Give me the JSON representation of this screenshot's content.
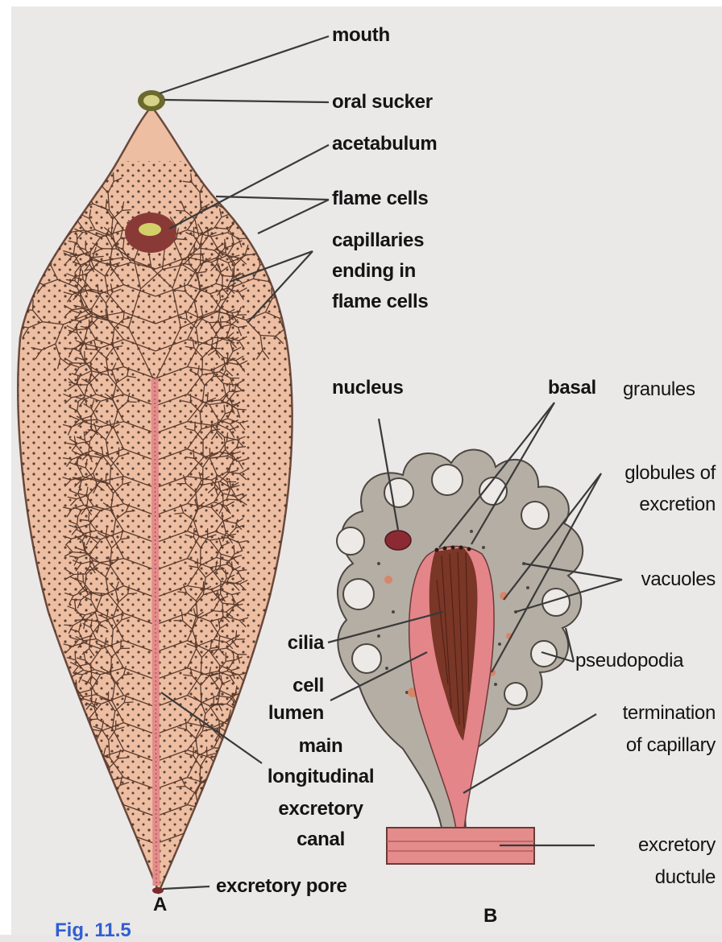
{
  "labels": {
    "mouth": "mouth",
    "oral_sucker": "oral sucker",
    "acetabulum": "acetabulum",
    "flame_cells": "flame cells",
    "capillaries_1": "capillaries",
    "capillaries_2": "ending in",
    "capillaries_3": "flame cells",
    "nucleus": "nucleus",
    "basal": "basal",
    "granules": "granules",
    "globules_1": "globules of",
    "globules_2": "excretion",
    "vacuoles": "vacuoles",
    "pseudopodia": "pseudopodia",
    "termination_1": "termination",
    "termination_2": "of capillary",
    "cilia": "cilia",
    "cell": "cell",
    "lumen": "lumen",
    "canal_1": "main",
    "canal_2": "longitudinal",
    "canal_3": "excretory",
    "canal_4": "canal",
    "pore": "excretory pore",
    "ductule_1": "excretory",
    "ductule_2": "ductule",
    "fig_a": "A",
    "fig_b": "B",
    "caption": "Fig. 11.5"
  },
  "colors": {
    "body_fill": "#eebea2",
    "body_outline": "#6a4a3c",
    "canal": "#e48b8b",
    "cell_gray": "#b5aea4",
    "lumen_pink": "#e4858a",
    "cilia_brown": "#8a3a2a",
    "nucleus": "#8c2a33",
    "sucker_yellow": "#c8c25a",
    "leader_line": "#3a3a3a"
  }
}
